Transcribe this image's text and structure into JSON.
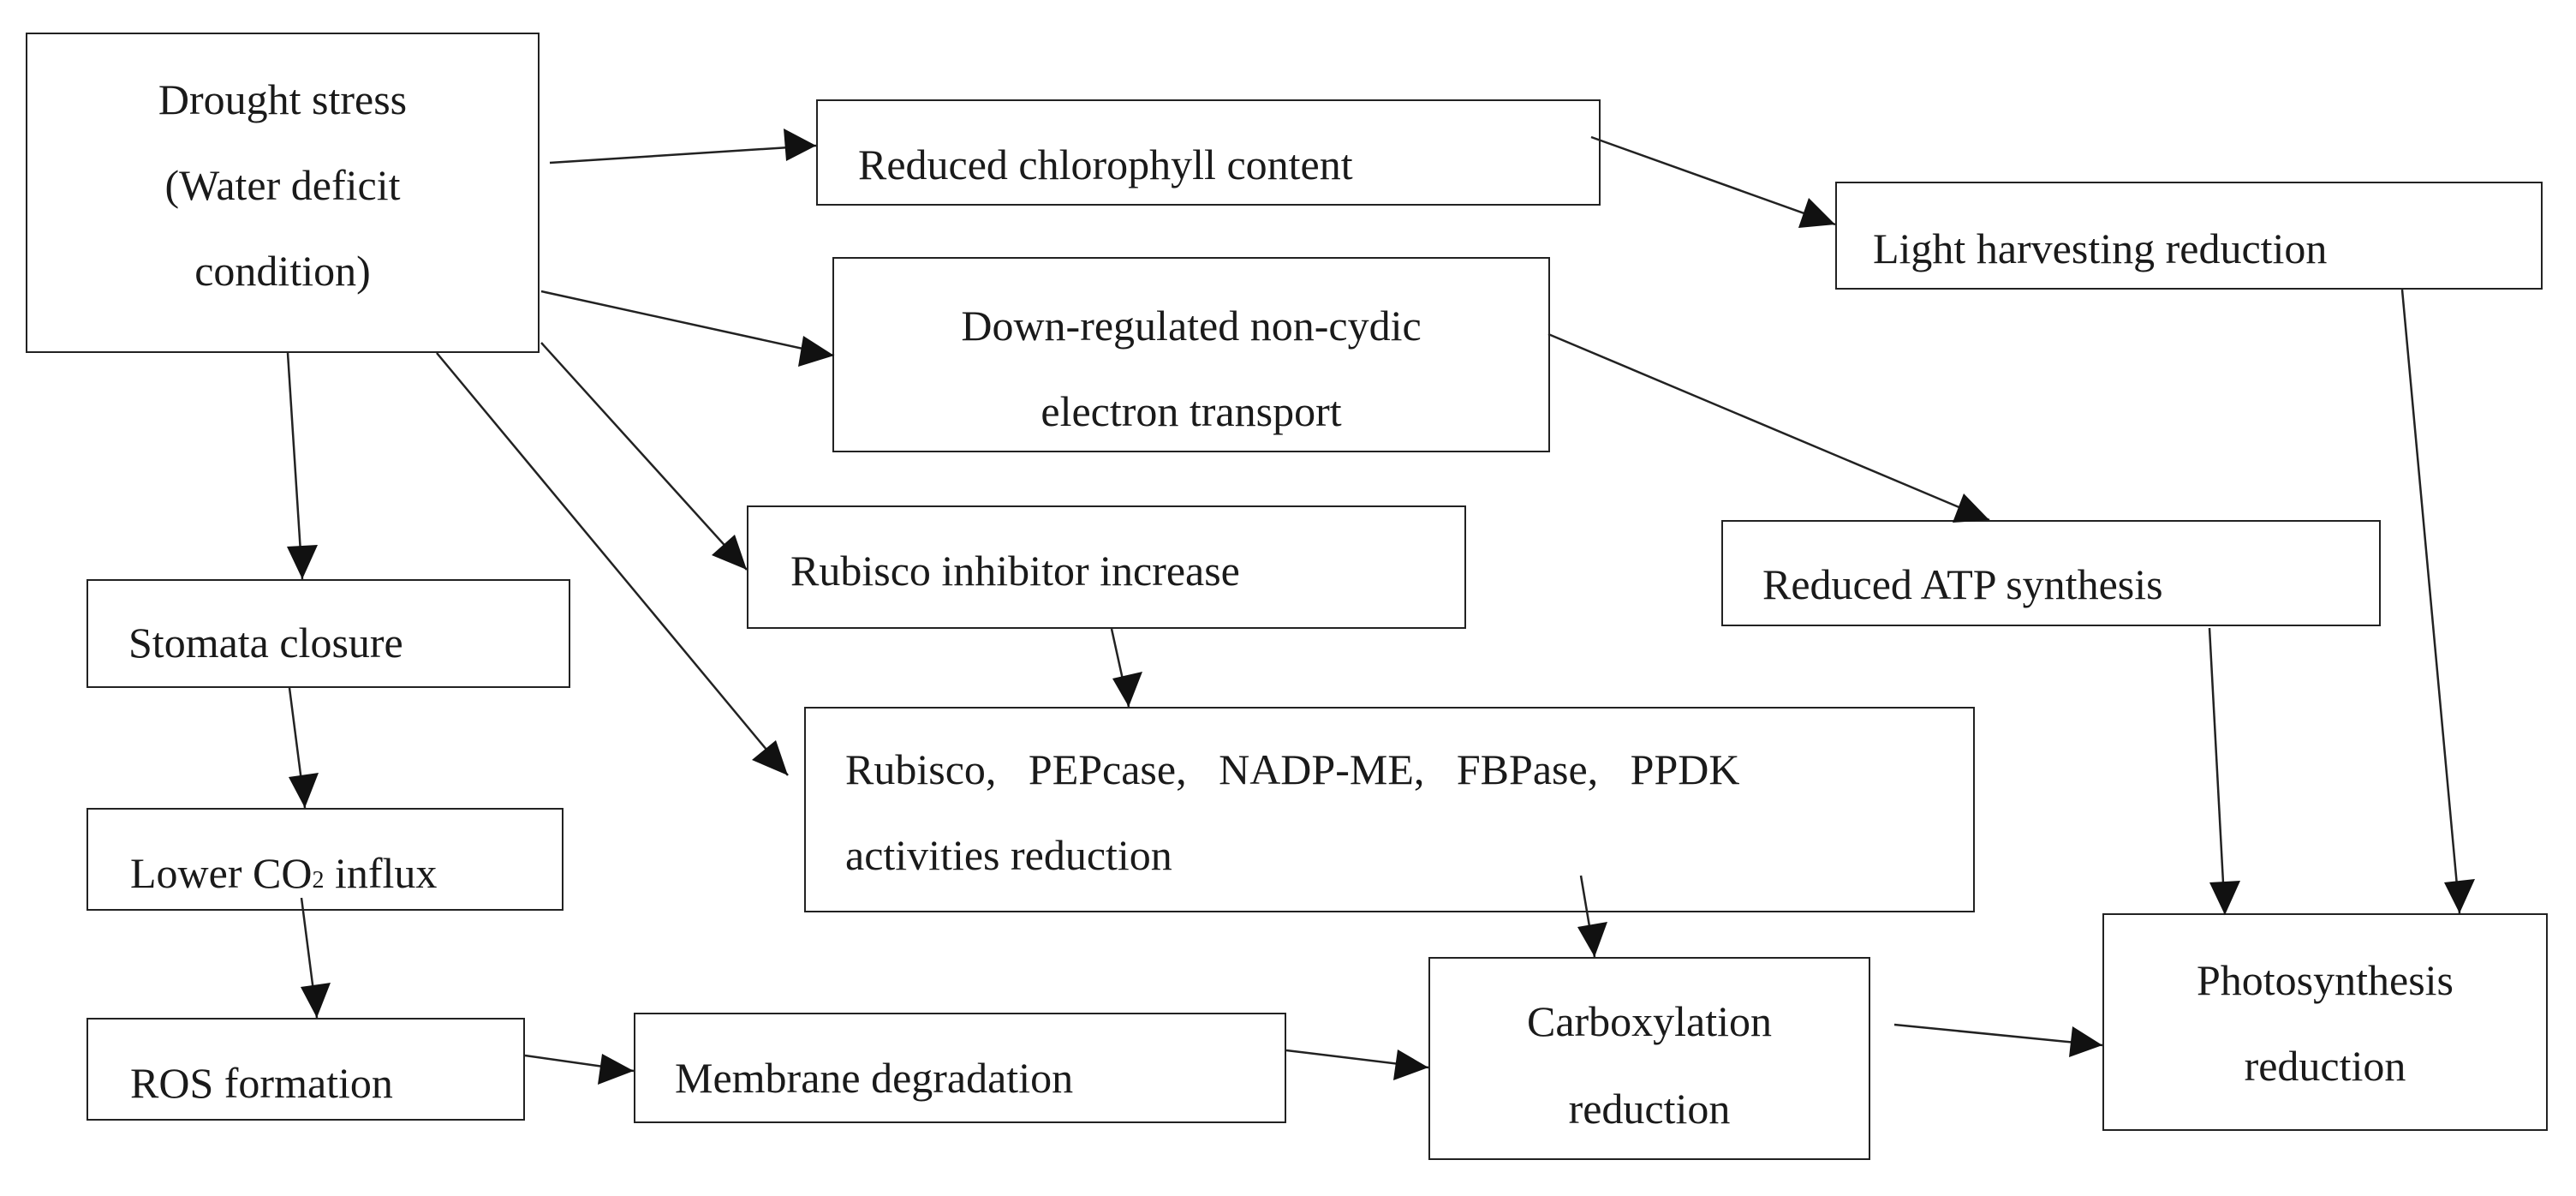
{
  "nodes": {
    "drought": {
      "line1": "Drought stress",
      "line2": "(Water deficit",
      "line3": "condition)"
    },
    "chlorophyll": "Reduced chlorophyll content",
    "light": "Light harvesting reduction",
    "noncyclic": {
      "line1": "Down-regulated non-cydic",
      "line2": "electron transport"
    },
    "rubisco_inhibitor": "Rubisco inhibitor increase",
    "atp": "Reduced ATP synthesis",
    "stomata": "Stomata closure",
    "enzymes": {
      "line1": "Rubisco,   PEPcase,   NADP-ME,   FBPase,   PPDK",
      "line2": "activities reduction"
    },
    "co2": {
      "prefix": "Lower CO",
      "sub": "2",
      "suffix": " influx"
    },
    "ros": "ROS formation",
    "membrane": "Membrane degradation",
    "carboxylation": {
      "line1": "Carboxylation",
      "line2": "reduction"
    },
    "photosynthesis": {
      "line1": "Photosynthesis",
      "line2": "reduction"
    }
  }
}
